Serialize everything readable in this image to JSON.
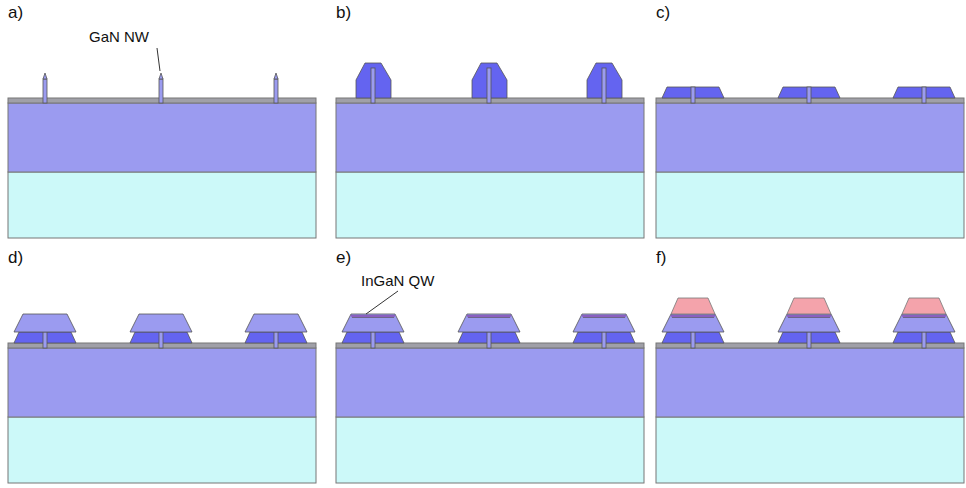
{
  "diagram": {
    "labels": [
      "a)",
      "GaN NW",
      "b)",
      "c)",
      "d)",
      "e)",
      "InGaN QW",
      "f)"
    ]
  }
}
